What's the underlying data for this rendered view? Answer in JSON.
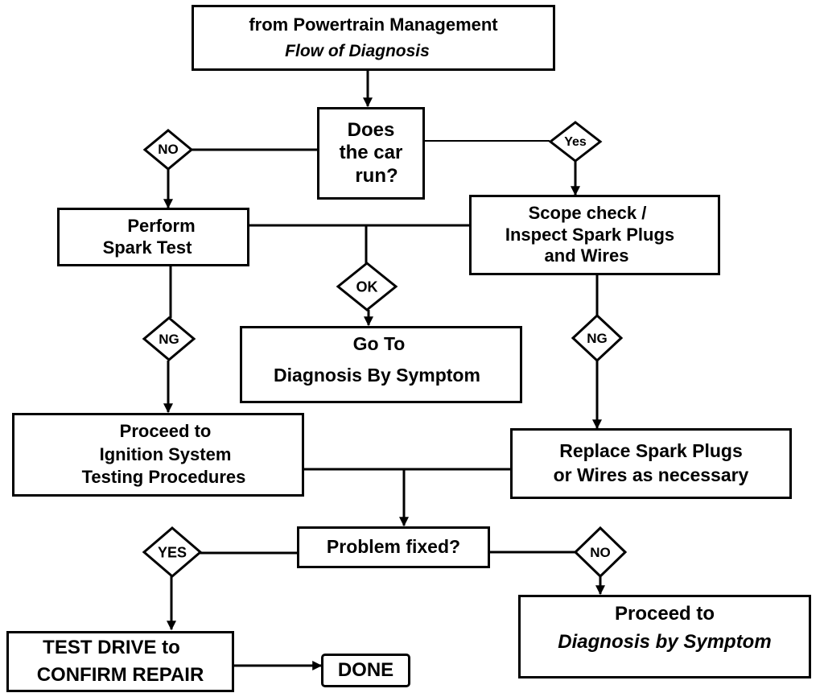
{
  "diagram": {
    "header": {
      "line1": "from Powertrain Management",
      "line2": "Flow of Diagnosis"
    },
    "nodes": {
      "does_car_run": [
        "Does",
        "the car",
        "run?"
      ],
      "perform_spark_test": [
        "Perform",
        "Spark Test"
      ],
      "scope_check": [
        "Scope check /",
        "Inspect Spark Plugs",
        "and Wires"
      ],
      "go_to_diagnosis": [
        "Go To",
        "Diagnosis By Symptom"
      ],
      "proceed_ignition": [
        "Proceed to",
        "Ignition System",
        "Testing Procedures"
      ],
      "replace_plugs": [
        "Replace Spark Plugs",
        "or Wires as necessary"
      ],
      "problem_fixed": [
        "Problem fixed?"
      ],
      "test_drive": [
        "TEST DRIVE to",
        "CONFIRM REPAIR"
      ],
      "done": [
        "DONE"
      ],
      "proceed_diagnosis": [
        "Proceed to",
        "Diagnosis by Symptom"
      ]
    },
    "decisions": {
      "no_run": "NO",
      "yes_run": "Yes",
      "ok": "OK",
      "ng_spark": "NG",
      "ng_scope": "NG",
      "yes_fixed": "YES",
      "no_fixed": "NO"
    },
    "colors": {
      "line": "#000000",
      "background": "#ffffff"
    }
  }
}
